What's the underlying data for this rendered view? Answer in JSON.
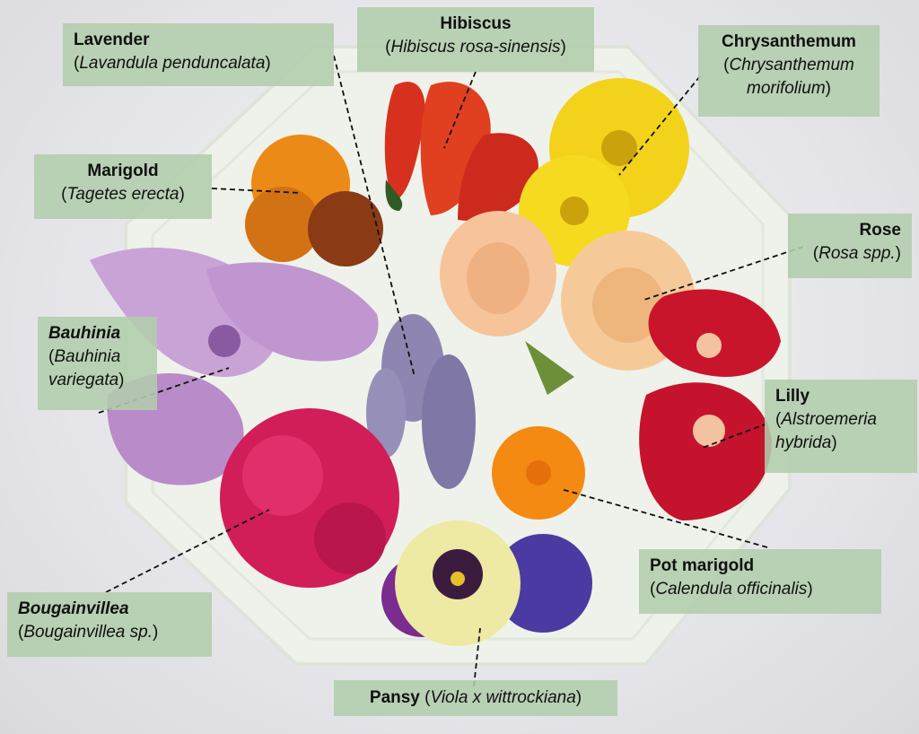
{
  "labels": {
    "lavender": {
      "common": "Lavender",
      "open": "(",
      "sci": "Lavandula penduncalata",
      "close": ")"
    },
    "hibiscus": {
      "common": "Hibiscus",
      "open": "(",
      "sci": "Hibiscus rosa-sinensis",
      "close": ")"
    },
    "chrysanthemum": {
      "common": "Chrysanthemum",
      "open": "(",
      "sci_line1": "Chrysanthemum",
      "sci_line2": "morifolium",
      "close": ")"
    },
    "marigold": {
      "common": "Marigold",
      "open": "(",
      "sci": "Tagetes erecta",
      "close": ")"
    },
    "rose": {
      "common": "Rose",
      "open": "(",
      "sci": "Rosa spp.",
      "close": ")"
    },
    "bauhinia": {
      "common": "Bauhinia",
      "open": "(",
      "sci_line1": "Bauhinia",
      "sci_line2": "variegata",
      "close": ")"
    },
    "lilly": {
      "common": "Lilly",
      "open": "(",
      "sci_line1": "Alstroemeria",
      "sci_line2": "hybrida",
      "close": ")"
    },
    "bougainvillea": {
      "common": "Bougainvillea",
      "open": "(",
      "sci": "Bougainvillea sp.",
      "close": ")"
    },
    "pot_marigold": {
      "common": "Pot marigold",
      "open": "(",
      "sci": "Calendula officinalis",
      "close": ")"
    },
    "pansy": {
      "common": "Pansy",
      "open": "(",
      "sci": "Viola x wittrockiana",
      "close": ")"
    }
  },
  "colors": {
    "label_bg": "#b2cdac",
    "plate": "#eef1ea",
    "leader_line": "#111111"
  }
}
